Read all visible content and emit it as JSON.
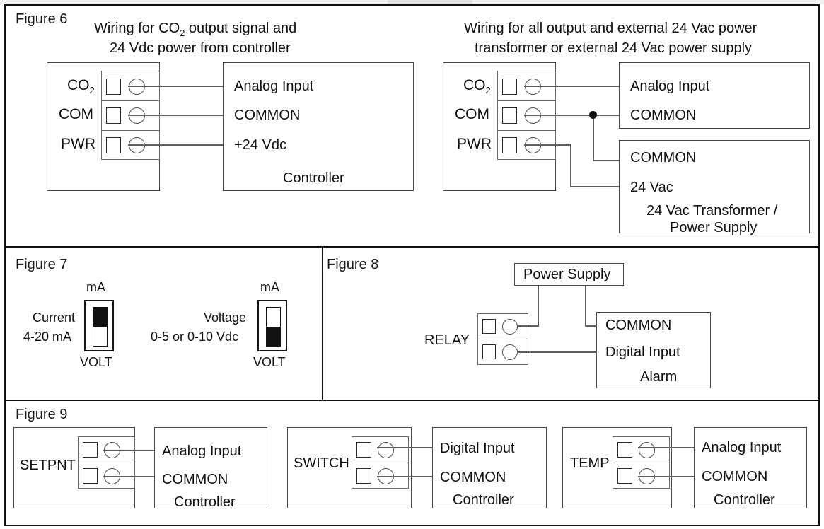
{
  "figures": {
    "fig6": {
      "label": "Figure 6",
      "left": {
        "title_line1": "Wiring for CO",
        "title_sub": "2",
        "title_line1b": " output signal and",
        "title_line2": "24 Vdc power from controller",
        "terminals": [
          "CO",
          "COM",
          "PWR"
        ],
        "terminal_sub": "2",
        "controller_lines": [
          "Analog Input",
          "COMMON",
          "+24 Vdc"
        ],
        "controller_name": "Controller"
      },
      "right": {
        "title_line1": "Wiring for all output and external 24 Vac power",
        "title_line2": "transformer or external 24 Vac power supply",
        "terminals": [
          "CO",
          "COM",
          "PWR"
        ],
        "terminal_sub": "2",
        "controller_lines": [
          "Analog Input",
          "COMMON"
        ],
        "transformer_lines": [
          "COMMON",
          "24 Vac"
        ],
        "transformer_name_line1": "24 Vac Transformer /",
        "transformer_name_line2": "Power Supply"
      }
    },
    "fig7": {
      "label": "Figure 7",
      "switches": [
        {
          "top_label": "mA",
          "bottom_label": "VOLT",
          "side_line1": "Current",
          "side_line2": "4-20 mA",
          "position": "top"
        },
        {
          "top_label": "mA",
          "bottom_label": "VOLT",
          "side_line1": "Voltage",
          "side_line2": "0-5 or 0-10 Vdc",
          "position": "bottom"
        }
      ]
    },
    "fig8": {
      "label": "Figure 8",
      "power_supply": "Power Supply",
      "device_label": "RELAY",
      "controller_lines": [
        "COMMON",
        "Digital Input"
      ],
      "controller_name": "Alarm"
    },
    "fig9": {
      "label": "Figure 9",
      "panels": [
        {
          "device_label": "SETPNT",
          "controller_lines": [
            "Analog Input",
            "COMMON"
          ],
          "controller_name": "Controller"
        },
        {
          "device_label": "SWITCH",
          "controller_lines": [
            "Digital Input",
            "COMMON"
          ],
          "controller_name": "Controller"
        },
        {
          "device_label": "TEMP",
          "controller_lines": [
            "Analog Input",
            "COMMON"
          ],
          "controller_name": "Controller"
        }
      ]
    }
  },
  "colors": {
    "frame": "#111111",
    "box_border": "#4a4a4a",
    "wire": "#5d5d5d",
    "switch_fill": "#111111",
    "text": "#111111"
  }
}
